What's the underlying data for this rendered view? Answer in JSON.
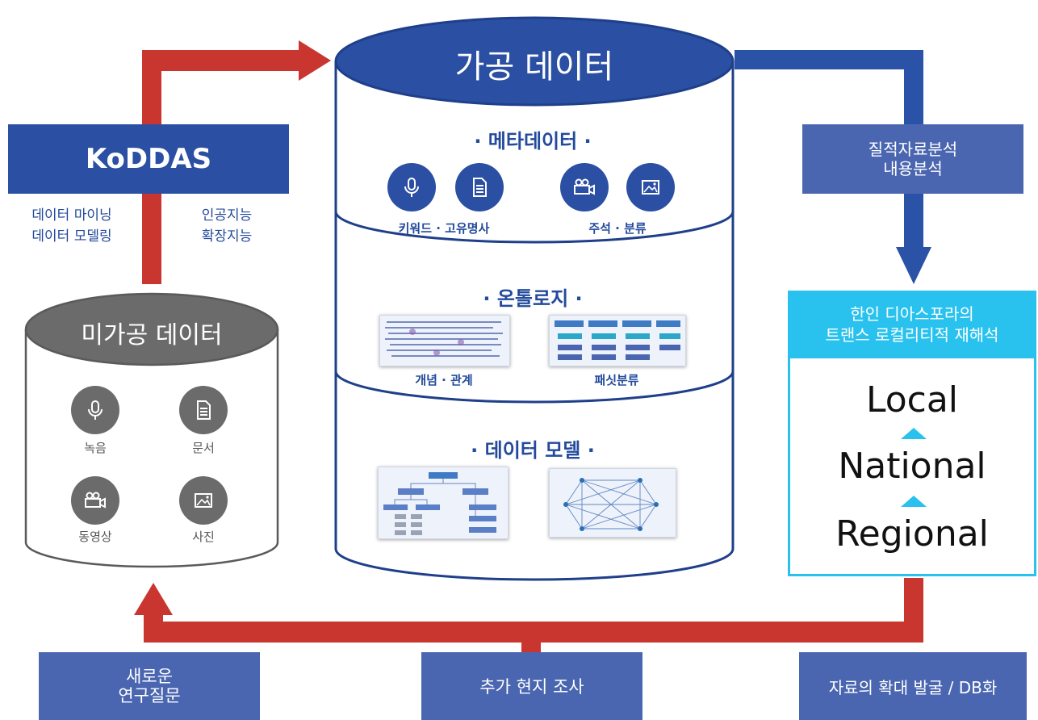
{
  "colors": {
    "navy": "#2a4fa3",
    "dark_navy": "#234a9c",
    "red_arrow": "#c8362f",
    "blue_arrow": "#2a52a7",
    "slate_box": "#4a66b0",
    "gray_cylinder": "#6b6b6b",
    "cyan": "#29c2ee"
  },
  "processed": {
    "title": "가공 데이터",
    "sections": [
      {
        "title": "· 메타데이터 ·",
        "captions": [
          "키워드 · 고유명사",
          "주석 · 분류"
        ]
      },
      {
        "title": "·  온톨로지  ·",
        "captions": [
          "개념 · 관계",
          "패싯분류"
        ]
      },
      {
        "title": "· 데이터 모델 ·",
        "captions": []
      }
    ],
    "icons": [
      "microphone-icon",
      "document-icon",
      "video-camera-icon",
      "image-icon"
    ]
  },
  "koddas": {
    "title": "KoDDAS",
    "left_text": "데이터 마이닝\n데이터 모델링",
    "right_text": "인공지능\n확장지능"
  },
  "raw": {
    "title": "미가공 데이터",
    "items": [
      "녹음",
      "문서",
      "동영상",
      "사진"
    ]
  },
  "qualitative": {
    "text": "질적자료분석\n내용분석"
  },
  "diaspora": {
    "header": "한인 디아스포라의\n트랜스 로컬리티적 재해석",
    "levels": [
      "Local",
      "National",
      "Regional"
    ]
  },
  "bottom": {
    "left": "새로운\n연구질문",
    "center": "추가 현지 조사",
    "right": "자료의 확대 발굴 / DB화"
  }
}
